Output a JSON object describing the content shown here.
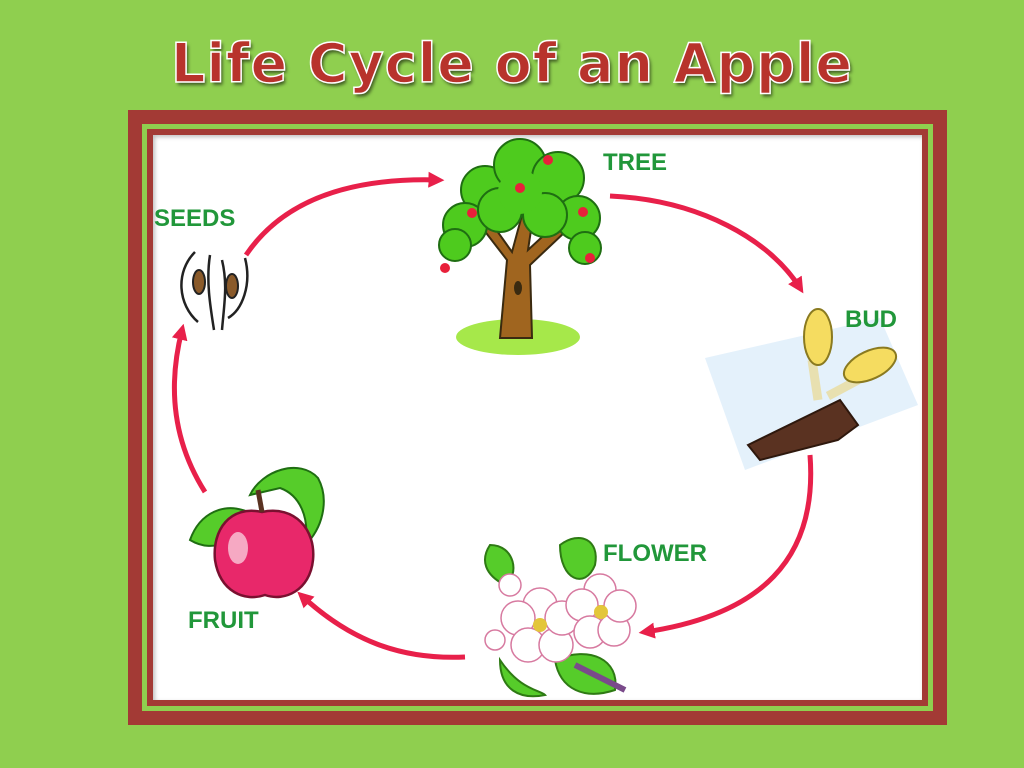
{
  "title": "Life Cycle of an Apple",
  "colors": {
    "background": "#8fcf4f",
    "title": "#b8332c",
    "frame": "#a33a35",
    "label": "#21973a",
    "arrow": "#e8204a"
  },
  "diagram": {
    "type": "cycle",
    "stages": [
      {
        "id": "tree",
        "label": "TREE",
        "icon": "apple-tree-icon"
      },
      {
        "id": "bud",
        "label": "BUD",
        "icon": "bud-branch-icon"
      },
      {
        "id": "flower",
        "label": "FLOWER",
        "icon": "apple-blossom-icon"
      },
      {
        "id": "fruit",
        "label": "FRUIT",
        "icon": "apple-fruit-icon"
      },
      {
        "id": "seeds",
        "label": "SEEDS",
        "icon": "seeds-icon"
      }
    ],
    "arrows": [
      {
        "from": "seeds",
        "to": "tree"
      },
      {
        "from": "tree",
        "to": "bud"
      },
      {
        "from": "bud",
        "to": "flower"
      },
      {
        "from": "flower",
        "to": "fruit"
      },
      {
        "from": "fruit",
        "to": "seeds"
      }
    ]
  }
}
